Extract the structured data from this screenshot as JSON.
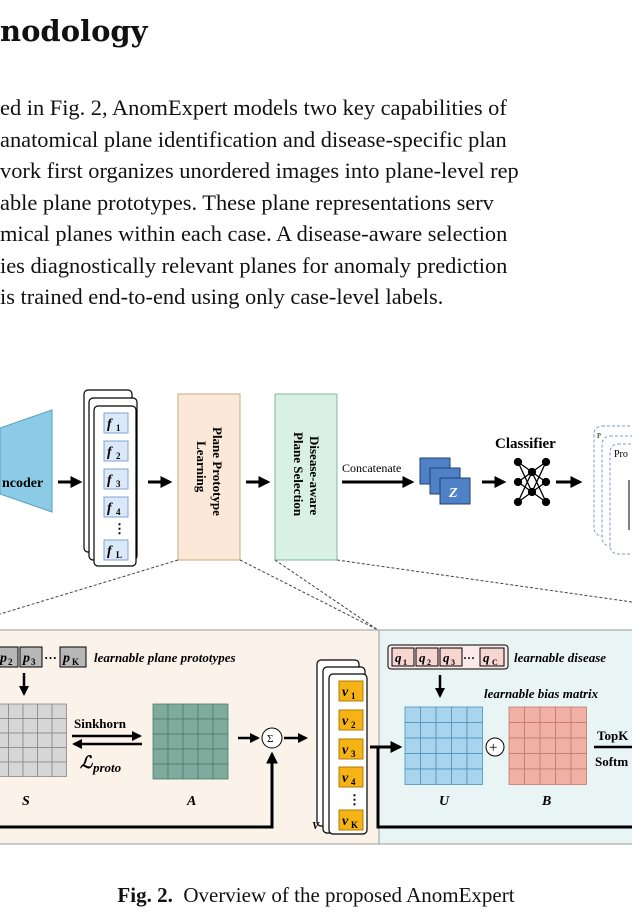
{
  "section_heading": "nodology",
  "paragraph_lines": [
    "ed in Fig. 2, AnomExpert models two key capabilities of",
    "anatomical plane identification and disease-specific plan",
    "vork first organizes unordered images into plane-level rep",
    "able plane prototypes. These plane representations serv",
    "mical planes within each case. A disease-aware selection",
    "ies diagnostically relevant planes for anomaly prediction",
    "is trained end-to-end using only case-level labels."
  ],
  "figure": {
    "encoder_label": "ncoder",
    "feature_tokens": [
      "f",
      "f",
      "f",
      "f",
      "⋮",
      "f"
    ],
    "feature_subscripts": [
      "1",
      "2",
      "3",
      "4",
      "",
      "L"
    ],
    "plane_prototype_learning_line1": "Plane Prototype",
    "plane_prototype_learning_line2": "Learning",
    "disease_aware_line1": "Disease-aware",
    "disease_aware_line2": "Plane Selection",
    "concatenate_label": "Concatenate",
    "z_label": "Z",
    "classifier_label": "Classifier",
    "right_card_text_1": "P",
    "right_card_text_2": "Pro",
    "prototype_tokens": [
      "p",
      "p",
      "p"
    ],
    "prototype_subscripts": [
      "2",
      "3",
      "K"
    ],
    "prototype_ellipsis": "···",
    "learnable_plane_prototypes": "learnable plane prototypes",
    "sinkhorn_label": "Sinkhorn",
    "loss_label": "ℒ",
    "loss_subscript": "proto",
    "matrix_s_label": "S",
    "matrix_a_label": "A",
    "sum_symbol": "Σ",
    "v_tokens": [
      "v",
      "v",
      "v",
      "v",
      "⋮",
      "v"
    ],
    "v_subscripts": [
      "1",
      "2",
      "3",
      "4",
      "",
      "K"
    ],
    "v_stack_label": "V",
    "disease_tokens": [
      "q",
      "q",
      "q",
      "q"
    ],
    "disease_subscripts": [
      "1",
      "2",
      "3",
      "C"
    ],
    "disease_ellipsis": "···",
    "learnable_disease": "learnable disease",
    "learnable_bias_matrix": "learnable bias matrix",
    "plus_symbol": "+",
    "matrix_u_label": "U",
    "matrix_b_label": "B",
    "topk_label": "TopK",
    "softmax_label": "Softm",
    "colors": {
      "encoder": "#8ccbe6",
      "feature_card": "#dbe8f7",
      "ppl_box": "#fbe8d8",
      "dps_box": "#d9f0e7",
      "z_cube": "#4f81c7",
      "left_panel": "#fbf3ea",
      "right_panel": "#e9f4f4",
      "grid_s": "#d6d6d6",
      "grid_a": "#7fab9d",
      "grid_u": "#a8d4ee",
      "grid_b": "#f2b0a5",
      "v_token": "#f5b316"
    }
  },
  "caption_label": "Fig. 2.",
  "caption_text": "Overview of the proposed AnomExpert"
}
